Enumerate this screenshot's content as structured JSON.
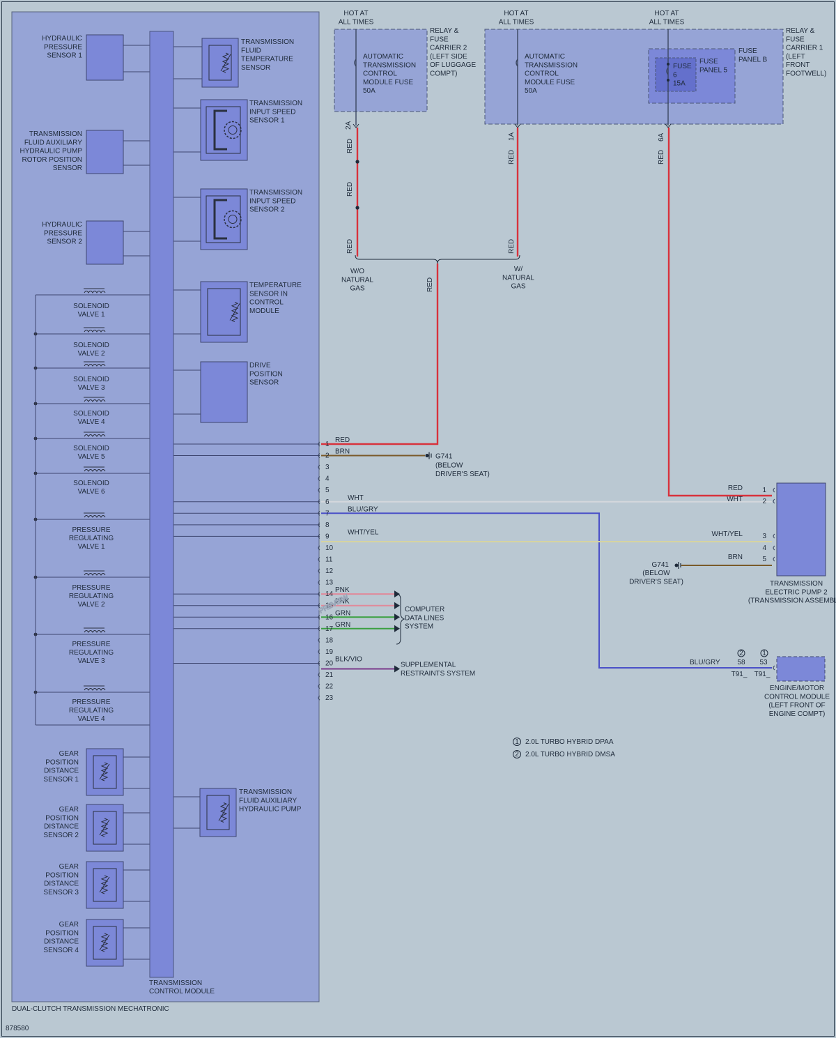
{
  "module": {
    "title": "DUAL-CLUTCH TRANSMISSION MECHATRONIC",
    "tcm_label": [
      "TRANSMISSION",
      "CONTROL MODULE"
    ],
    "figure_number": "878580"
  },
  "left_components": [
    {
      "label": [
        "HYDRAULIC",
        "PRESSURE",
        "SENSOR 1"
      ]
    },
    {
      "label": [
        "TRANSMISSION",
        "FLUID AUXILIARY",
        "HYDRAULIC PUMP",
        "ROTOR POSITION",
        "SENSOR"
      ]
    },
    {
      "label": [
        "HYDRAULIC",
        "PRESSURE",
        "SENSOR 2"
      ]
    }
  ],
  "right_components": [
    {
      "label": [
        "TRANSMISSION",
        "FLUID",
        "TEMPERATURE",
        "SENSOR"
      ]
    },
    {
      "label": [
        "TRANSMISSION",
        "INPUT SPEED",
        "SENSOR 1"
      ]
    },
    {
      "label": [
        "TRANSMISSION",
        "INPUT SPEED",
        "SENSOR 2"
      ]
    },
    {
      "label": [
        "TEMPERATURE",
        "SENSOR IN",
        "CONTROL",
        "MODULE"
      ]
    },
    {
      "label": [
        "DRIVE",
        "POSITION",
        "SENSOR"
      ]
    },
    {
      "label": [
        "TRANSMISSION",
        "FLUID AUXILIARY",
        "HYDRAULIC PUMP"
      ]
    }
  ],
  "solenoids": [
    {
      "label": [
        "SOLENOID",
        "VALVE 1"
      ]
    },
    {
      "label": [
        "SOLENOID",
        "VALVE 2"
      ]
    },
    {
      "label": [
        "SOLENOID",
        "VALVE 3"
      ]
    },
    {
      "label": [
        "SOLENOID",
        "VALVE 4"
      ]
    },
    {
      "label": [
        "SOLENOID",
        "VALVE 5"
      ]
    },
    {
      "label": [
        "SOLENOID",
        "VALVE 6"
      ]
    },
    {
      "label": [
        "PRESSURE",
        "REGULATING",
        "VALVE 1"
      ]
    },
    {
      "label": [
        "PRESSURE",
        "REGULATING",
        "VALVE 2"
      ]
    },
    {
      "label": [
        "PRESSURE",
        "REGULATING",
        "VALVE 3"
      ]
    },
    {
      "label": [
        "PRESSURE",
        "REGULATING",
        "VALVE 4"
      ]
    }
  ],
  "gear_sensors": [
    {
      "label": [
        "GEAR",
        "POSITION",
        "DISTANCE",
        "SENSOR 1"
      ]
    },
    {
      "label": [
        "GEAR",
        "POSITION",
        "DISTANCE",
        "SENSOR 2"
      ]
    },
    {
      "label": [
        "GEAR",
        "POSITION",
        "DISTANCE",
        "SENSOR 3"
      ]
    },
    {
      "label": [
        "GEAR",
        "POSITION",
        "DISTANCE",
        "SENSOR 4"
      ]
    }
  ],
  "pins": [
    "1",
    "2",
    "3",
    "4",
    "5",
    "6",
    "7",
    "8",
    "9",
    "10",
    "11",
    "12",
    "13",
    "14",
    "15",
    "16",
    "17",
    "18",
    "19",
    "20",
    "21",
    "22",
    "23"
  ],
  "wires": [
    {
      "pin": 1,
      "label": "RED",
      "color": "#d8323c"
    },
    {
      "pin": 2,
      "label": "BRN",
      "color": "#7a5a2a"
    },
    {
      "pin": 6,
      "label": "WHT",
      "color": "#d4d8dc"
    },
    {
      "pin": 7,
      "label": "BLU/GRY",
      "color": "#4a50c8"
    },
    {
      "pin": 9,
      "label": "WHT/YEL",
      "color": "#d6d4a0"
    },
    {
      "pin": 14,
      "label": "PNK",
      "color": "#e08a9a"
    },
    {
      "pin": 15,
      "label": "PNK",
      "color": "#e08a9a"
    },
    {
      "pin": 16,
      "label": "GRN",
      "color": "#3aa040"
    },
    {
      "pin": 17,
      "label": "GRN",
      "color": "#3aa040"
    },
    {
      "pin": 20,
      "label": "BLK/VIO",
      "color": "#7a3a8a"
    }
  ],
  "grounds": {
    "g741_top": {
      "id": "G741",
      "note": [
        "(BELOW",
        "DRIVER'S SEAT)"
      ]
    },
    "g741_bottom": {
      "id": "G741",
      "note": [
        "(BELOW",
        "DRIVER'S SEAT)"
      ]
    }
  },
  "systems": {
    "data_lines": [
      "COMPUTER",
      "DATA LINES",
      "SYSTEM"
    ],
    "srs": [
      "SUPPLEMENTAL",
      "RESTRAINTS SYSTEM"
    ]
  },
  "power": {
    "hot1": [
      "HOT AT",
      "ALL TIMES"
    ],
    "hot2": [
      "HOT AT",
      "ALL TIMES"
    ],
    "hot3": [
      "HOT AT",
      "ALL TIMES"
    ],
    "carrier2": [
      "RELAY &",
      "FUSE",
      "CARRIER 2",
      "(LEFT SIDE",
      "OF LUGGAGE",
      "COMPT)"
    ],
    "carrier1": [
      "RELAY &",
      "FUSE",
      "CARRIER 1",
      "(LEFT",
      "FRONT",
      "FOOTWELL)"
    ],
    "fuse1": [
      "AUTOMATIC",
      "TRANSMISSION",
      "CONTROL",
      "MODULE FUSE",
      "50A"
    ],
    "fuse2": [
      "AUTOMATIC",
      "TRANSMISSION",
      "CONTROL",
      "MODULE FUSE",
      "50A"
    ],
    "fuse_panel_b": [
      "FUSE",
      "PANEL B"
    ],
    "fuse_panel_5": [
      "FUSE",
      "PANEL 5"
    ],
    "fuse6": [
      "FUSE",
      "6",
      "15A"
    ],
    "term_2a": "2A",
    "term_1a": "1A",
    "term_6a": "6A",
    "wire_red": "RED",
    "wo_ng": [
      "W/O",
      "NATURAL",
      "GAS"
    ],
    "w_ng": [
      "W/",
      "NATURAL",
      "GAS"
    ]
  },
  "pump2": {
    "label": [
      "TRANSMISSION",
      "ELECTRIC PUMP 2",
      "(TRANSMISSION ASSEMBLY)"
    ],
    "pins": [
      {
        "pin": "1",
        "wire": "RED"
      },
      {
        "pin": "2",
        "wire": "WHT"
      },
      {
        "pin": "3",
        "wire": "WHT/YEL"
      },
      {
        "pin": "4",
        "wire": ""
      },
      {
        "pin": "5",
        "wire": "BRN"
      }
    ]
  },
  "ecm": {
    "label": [
      "ENGINE/MOTOR",
      "CONTROL MODULE",
      "(LEFT FRONT OF",
      "ENGINE COMPT)"
    ],
    "wire": "BLU/GRY",
    "pin_a": "58",
    "pin_b": "53",
    "conn_a": "T91_",
    "conn_b": "T91_",
    "note_a": "2",
    "note_b": "1"
  },
  "legend": [
    {
      "num": "1",
      "text": "2.0L TURBO HYBRID DPAA"
    },
    {
      "num": "2",
      "text": "2.0L TURBO HYBRID DMSA"
    }
  ],
  "watermark": "PREVIEW",
  "colors": {
    "background": "#bac8d2",
    "module_fill": "#96a4d6",
    "component_fill": "#7c88d8",
    "red_wire": "#d8323c",
    "blue_wire": "#4a50c8"
  }
}
